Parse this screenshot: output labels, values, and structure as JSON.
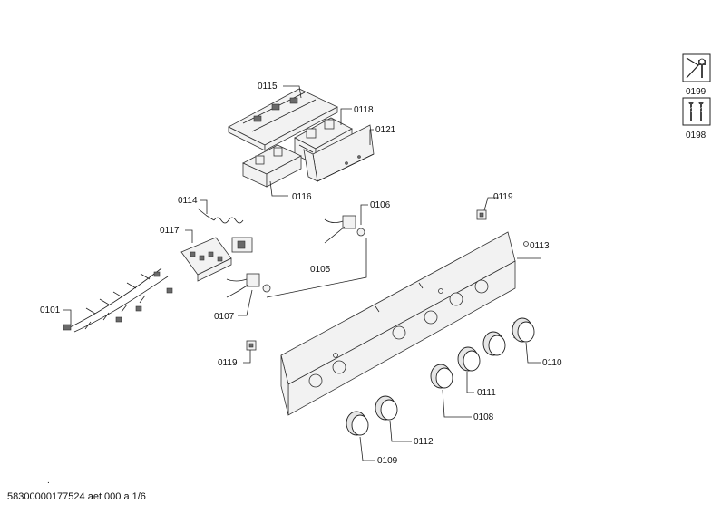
{
  "labels": {
    "p0115": "0115",
    "p0118": "0118",
    "p0121": "0121",
    "p0116": "0116",
    "p0114": "0114",
    "p0106": "0106",
    "p0119a": "0119",
    "p0117": "0117",
    "p0113": "0113",
    "p0105": "0105",
    "p0101": "0101",
    "p0107": "0107",
    "p0119b": "0119",
    "p0110": "0110",
    "p0111": "0111",
    "p0108": "0108",
    "p0112": "0112",
    "p0109": "0109",
    "p0199": "0199",
    "p0198": "0198"
  },
  "icons": {
    "service_tool": "wrench-tool-icon",
    "screws": "screws-icon"
  },
  "footer": {
    "dot": ".",
    "doc_id": "58300000177524 aet 000 a 1/6"
  }
}
